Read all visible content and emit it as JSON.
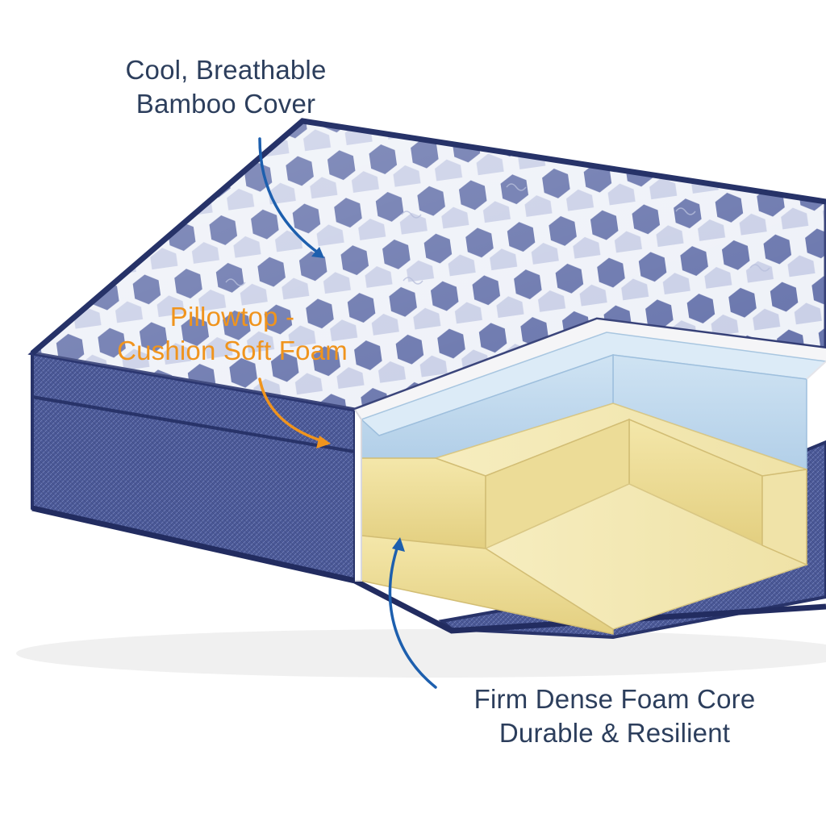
{
  "colors": {
    "navy_text": "#2c3e5c",
    "orange_text": "#f0941d",
    "arrow_blue": "#1d5fae",
    "arrow_orange": "#f0941d",
    "cover_white": "#f2f4f9",
    "hexagon_blue": "#4f5d9c",
    "border_navy": "#3d4a88",
    "gel_blue": "#c5dcef",
    "foam_yellow": "#efe0a0"
  },
  "callouts": {
    "cover": {
      "line1": "Cool, Breathable",
      "line2": "Bamboo Cover",
      "arrow_icon": "curved-arrow-icon"
    },
    "pillowtop": {
      "line1": "Pillowtop -",
      "line2": "Cushion Soft Foam",
      "arrow_icon": "curved-arrow-icon"
    },
    "core": {
      "line1": "Firm Dense Foam Core",
      "line2": "Durable & Resilient",
      "arrow_icon": "curved-arrow-icon"
    }
  }
}
